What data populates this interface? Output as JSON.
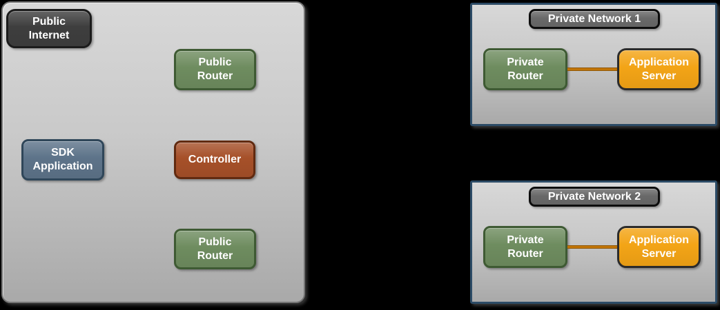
{
  "colors": {
    "canvas_bg": "#000000",
    "zone_fill_top": "#d8d8d8",
    "zone_fill_bottom": "#a9a9a9",
    "zone_border_public": "#757575",
    "zone_border_private": "#2c4b66",
    "node_dark_fill": "#3e3e3e",
    "node_dark_border": "#1b1b1b",
    "title_fill": "#696969",
    "title_border": "#0d0d0d",
    "green_fill": "#6e8c5f",
    "green_border": "#3e5a33",
    "blue_fill": "#5d7389",
    "blue_border": "#2f4659",
    "red_fill": "#a65029",
    "red_border": "#612a10",
    "orange_fill": "#f3a416",
    "orange_border": "#2b2b2b",
    "link_color": "#c17508",
    "text_color": "#ffffff"
  },
  "public_zone": {
    "nodes": {
      "public_internet": "Public Internet",
      "public_router_top": "Public Router",
      "sdk_application": "SDK Application",
      "controller": "Controller",
      "public_router_bottom": "Public Router"
    }
  },
  "private_networks": [
    {
      "title": "Private Network 1",
      "router": "Private Router",
      "server": "Application Server"
    },
    {
      "title": "Private Network 2",
      "router": "Private Router",
      "server": "Application Server"
    }
  ]
}
